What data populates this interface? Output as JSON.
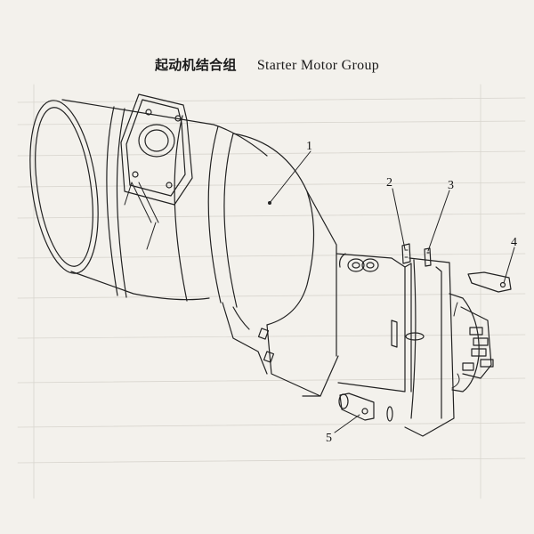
{
  "title": {
    "zh": "起动机结合组",
    "en": "Starter Motor Group"
  },
  "callouts": [
    {
      "id": "1",
      "label": "1"
    },
    {
      "id": "2",
      "label": "2"
    },
    {
      "id": "3",
      "label": "3"
    },
    {
      "id": "4",
      "label": "4"
    },
    {
      "id": "5",
      "label": "5"
    }
  ],
  "colors": {
    "line": "#222222",
    "paper": "#f3f1ec",
    "faint_table": "#d9d6cf"
  }
}
